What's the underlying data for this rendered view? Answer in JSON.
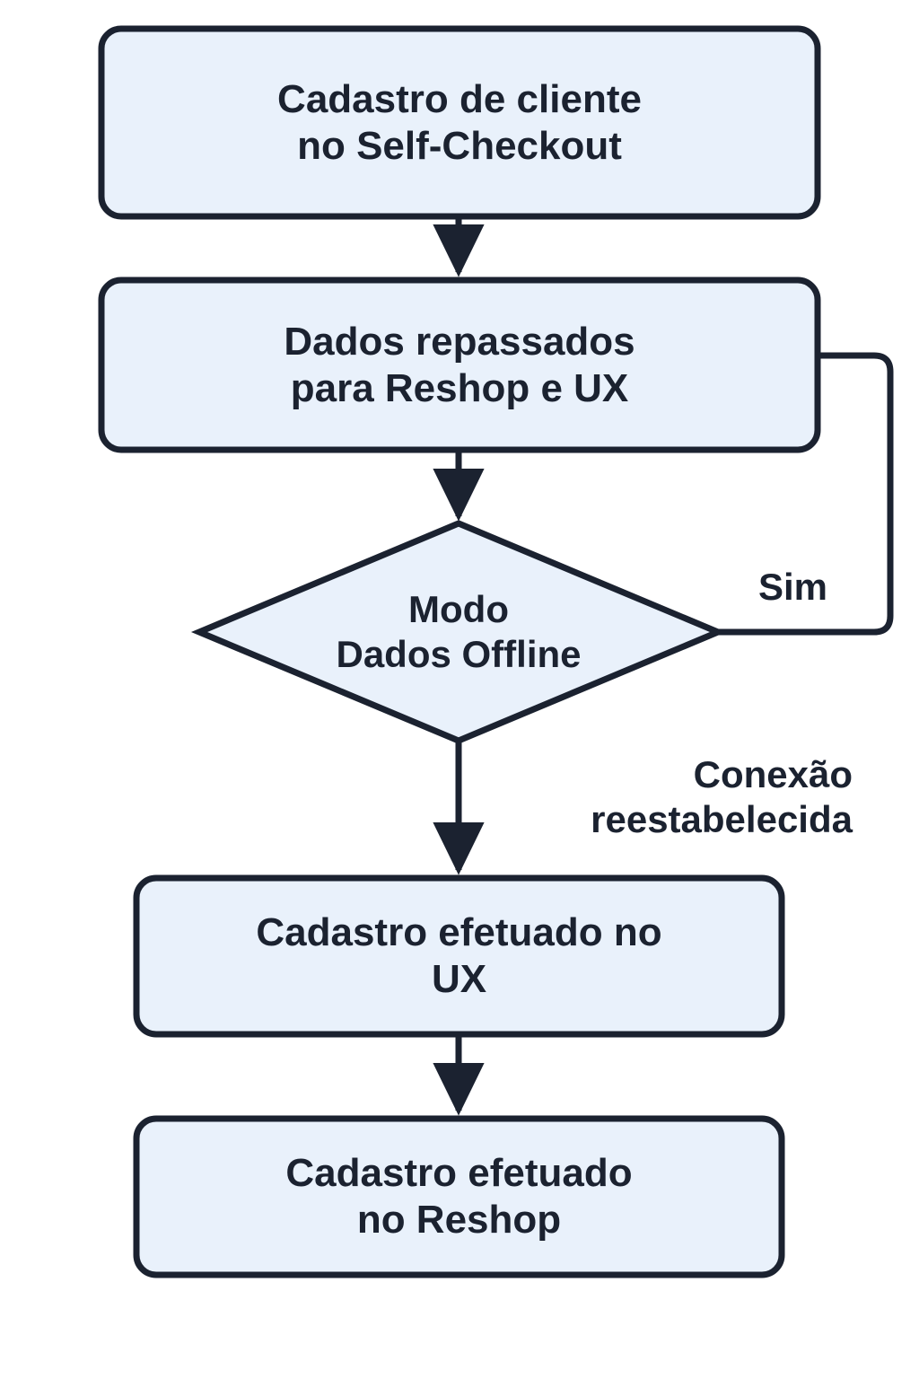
{
  "diagram": {
    "type": "flowchart",
    "title": "Cadastro de cliente no Self-Checkout",
    "direction": "top-to-bottom",
    "colors": {
      "node_fill": "#e9f1fb",
      "node_stroke": "#1b2230",
      "edge_stroke": "#1b2230",
      "text": "#1b2230",
      "background": "#ffffff"
    },
    "nodes": [
      {
        "id": "n1",
        "shape": "rounded-rectangle",
        "label": "Cadastro de cliente\nno Self-Checkout"
      },
      {
        "id": "n2",
        "shape": "rounded-rectangle",
        "label": "Dados repassados\npara Reshop e UX"
      },
      {
        "id": "n3",
        "shape": "diamond",
        "label": "Modo\nDados Offline"
      },
      {
        "id": "n4",
        "shape": "rounded-rectangle",
        "label": "Cadastro efetuado no\nUX"
      },
      {
        "id": "n5",
        "shape": "rounded-rectangle",
        "label": "Cadastro efetuado\nno Reshop"
      }
    ],
    "edges": [
      {
        "id": "e1",
        "from": "n1",
        "to": "n2",
        "label": "",
        "arrow": true
      },
      {
        "id": "e2",
        "from": "n2",
        "to": "n3",
        "label": "",
        "arrow": true
      },
      {
        "id": "e3",
        "from": "n3",
        "to": "n2",
        "label": "Sim",
        "arrow": false,
        "routing": "right-loop-up"
      },
      {
        "id": "e4",
        "from": "n3",
        "to": "n4",
        "label": "Conexão\nreestabelecida",
        "arrow": true
      },
      {
        "id": "e5",
        "from": "n4",
        "to": "n5",
        "label": "",
        "arrow": true
      }
    ]
  }
}
